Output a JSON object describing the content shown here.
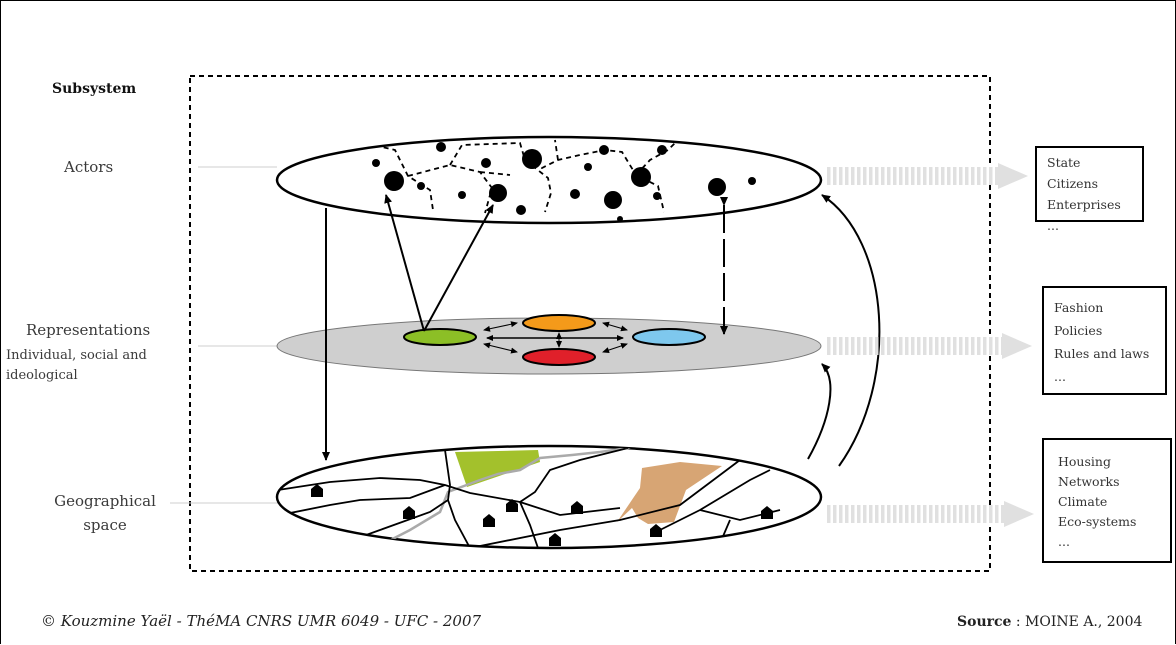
{
  "title": "Subsystem",
  "layers": {
    "actors": "Actors",
    "representations": "Representations",
    "representations_sub": "Individual, social and ideological",
    "geographical_space": "Geographical space"
  },
  "boxes": {
    "actors": [
      "State",
      "Citizens",
      "Enterprises",
      "..."
    ],
    "representations": [
      "Fashion",
      "Policies",
      "Rules and laws",
      "..."
    ],
    "geographical_space": [
      "Housing",
      "Networks",
      "Climate",
      "Eco-systems",
      "..."
    ]
  },
  "colors": {
    "representation_green": "#8cbf26",
    "representation_orange": "#f49a1a",
    "representation_blue": "#7ec8ee",
    "representation_red": "#e0202a",
    "plane_grey": "#cfcfcf",
    "green_area": "#a3c12c",
    "tan_area": "#d7a574",
    "arrow_fill": "#e0e0e0"
  },
  "footer": {
    "credit": "© Kouzmine Yaël - ThéMA CNRS UMR 6049 - UFC - 2007",
    "source_label": "Source",
    "source_text": " : MOINE A., 2004"
  }
}
